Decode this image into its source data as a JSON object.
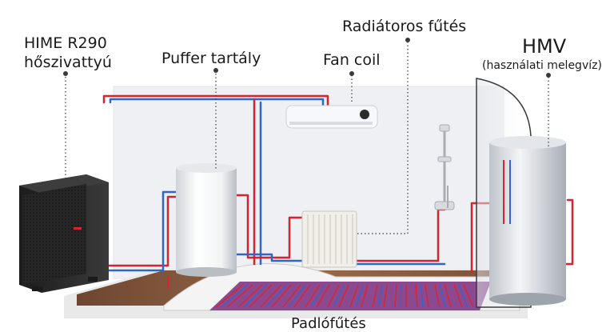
{
  "labels": {
    "heat_pump_line1": "HIME R290",
    "heat_pump_line2": "hőszivattyú",
    "buffer_tank": "Puffer tartály",
    "fan_coil": "Fan coil",
    "radiator_heating": "Radiátoros fűtés",
    "hmv": "HMV",
    "hmv_subtitle": "(használati melegvíz)",
    "floor_heating": "Padlófűtés"
  },
  "colors": {
    "hot_pipe": "#d9232e",
    "cold_pipe": "#2f66c9",
    "floor_wood": "#8a5a3c",
    "heat_pump_body": "#2a2a2a",
    "wall": "#eef0f3"
  },
  "icons": {
    "heat_pump": "heat-pump-icon",
    "buffer_tank": "buffer-tank-icon",
    "fan_coil": "fan-coil-icon",
    "radiator": "radiator-icon",
    "shower": "shower-icon",
    "hot_water_tank": "hot-water-tank-icon",
    "floor_heating": "floor-heating-icon"
  }
}
